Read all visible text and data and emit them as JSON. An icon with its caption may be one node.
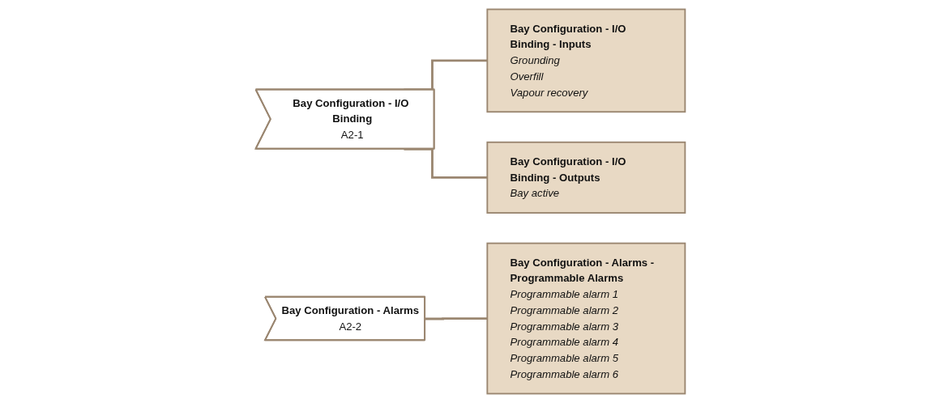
{
  "diagram": {
    "nodes": [
      {
        "text": [
          "Bay Configuration - I/O Binding",
          "A2-1"
        ]
      },
      {
        "text": [
          "Bay Configuration - I/O Binding - Inputs",
          "Grounding",
          "Overfill",
          "Vapour recovery"
        ]
      },
      {
        "text": [
          "Bay Configuration - I/O Binding - Outputs",
          "Bay active"
        ]
      },
      {
        "text": [
          "Bay Configuration - Alarms",
          "A2-2"
        ]
      },
      {
        "text": [
          "Bay Configuration - Alarms - Programmable Alarms",
          "Programmable alarm 1",
          "Programmable alarm 2",
          "Programmable alarm 3",
          "Programmable alarm 4",
          "Programmable alarm 5",
          "Programmable alarm 6"
        ]
      }
    ],
    "edges": [
      {
        "from": 0,
        "to": 1,
        "arrow": "none"
      },
      {
        "from": 0,
        "to": 2,
        "arrow": "none"
      },
      {
        "from": 3,
        "to": 4,
        "arrow": "none"
      }
    ]
  }
}
